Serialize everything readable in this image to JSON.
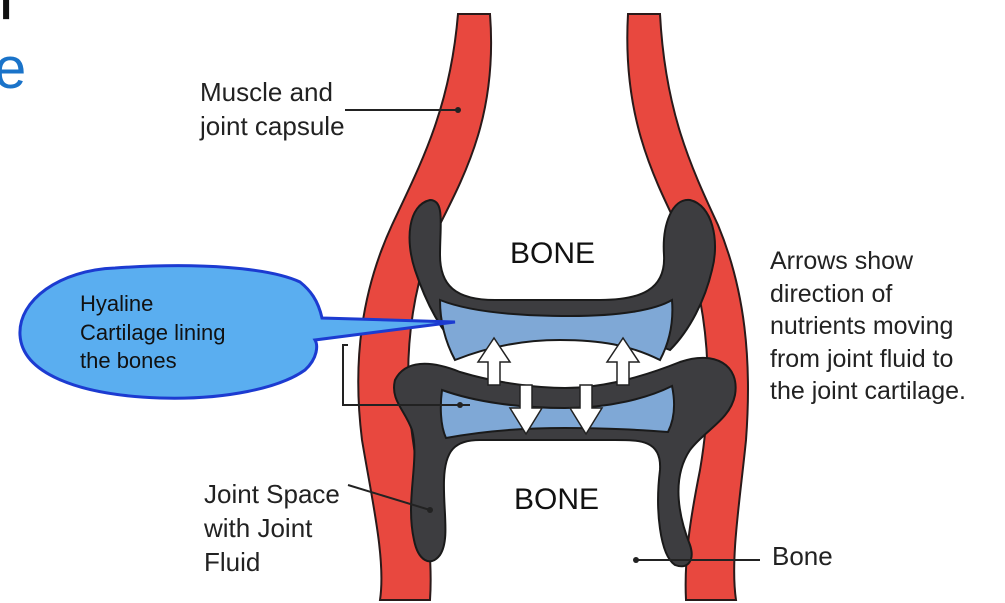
{
  "corner_fragments": {
    "top": "l",
    "left": "e"
  },
  "labels": {
    "muscle": "Muscle and\njoint capsule",
    "bone_top": "BONE",
    "bone_bottom": "BONE",
    "cartilage": "Hyaline\nCartilage lining\nthe bones",
    "arrows_note": "Arrows show\ndirection of\nnutrients moving\nfrom joint fluid to\nthe joint cartilage.",
    "joint_space": "Joint Space\nwith Joint\nFluid",
    "bone": "Bone"
  },
  "colors": {
    "capsule": "#e8483f",
    "dark_tissue": "#3d3d40",
    "cartilage": "#7fa8d6",
    "callout": "#5aaef0",
    "arrow": "#ffffff"
  }
}
